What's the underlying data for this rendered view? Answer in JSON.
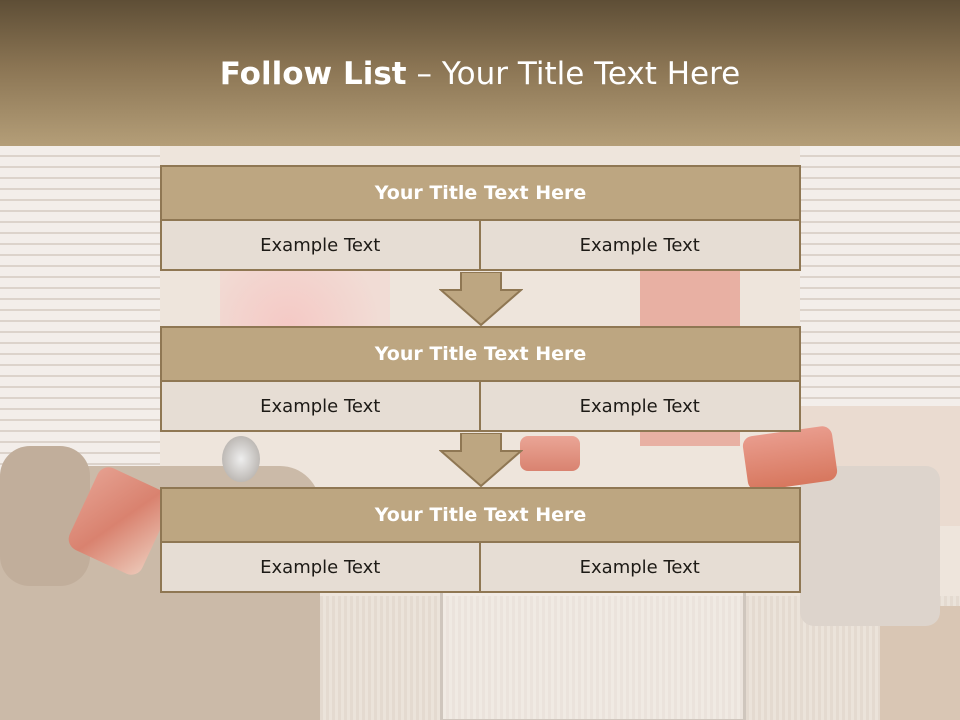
{
  "slide": {
    "title_bold": "Follow List",
    "title_rest": "– Your Title Text Here"
  },
  "boxes": [
    {
      "title": "Your Title Text Here",
      "left": "Example Text",
      "right": "Example Text"
    },
    {
      "title": "Your Title Text Here",
      "left": "Example Text",
      "right": "Example Text"
    },
    {
      "title": "Your Title Text Here",
      "left": "Example Text",
      "right": "Example Text"
    }
  ],
  "colors": {
    "header_dark": "#5e4e36",
    "box_title_fill": "#bda681",
    "box_border": "#8f7753",
    "cell_fill": "#e6ddd4"
  },
  "icons": [
    "down-arrow-icon",
    "down-arrow-icon"
  ]
}
